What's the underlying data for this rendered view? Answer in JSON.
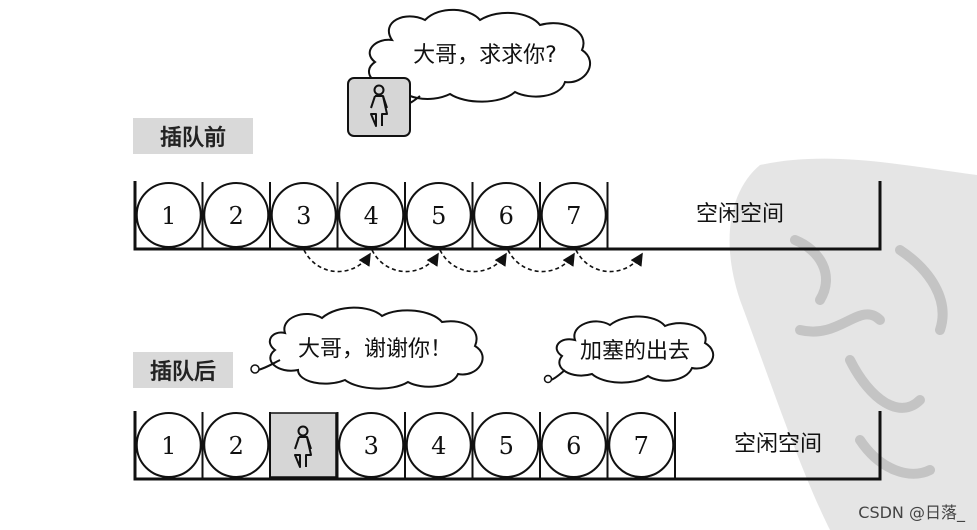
{
  "before": {
    "label": "插队前",
    "slots": [
      "1",
      "2",
      "3",
      "4",
      "5",
      "6",
      "7"
    ],
    "free_space": "空闲空间",
    "speech": "大哥，求求你?"
  },
  "after": {
    "label": "插队后",
    "slots": [
      "1",
      "2",
      "3",
      "4",
      "5",
      "6",
      "7"
    ],
    "free_space": "空闲空间",
    "speech_thanks": "大哥，谢谢你！",
    "speech_cut": "加塞的出去"
  },
  "watermark": "CSDN @日落_",
  "icons": {
    "person": "person-icon"
  },
  "colors": {
    "label_bg": "#d9d9d9",
    "person_box_bg": "#d6d6d6",
    "background_stamp": "#d8d8d8",
    "line": "#111111"
  }
}
